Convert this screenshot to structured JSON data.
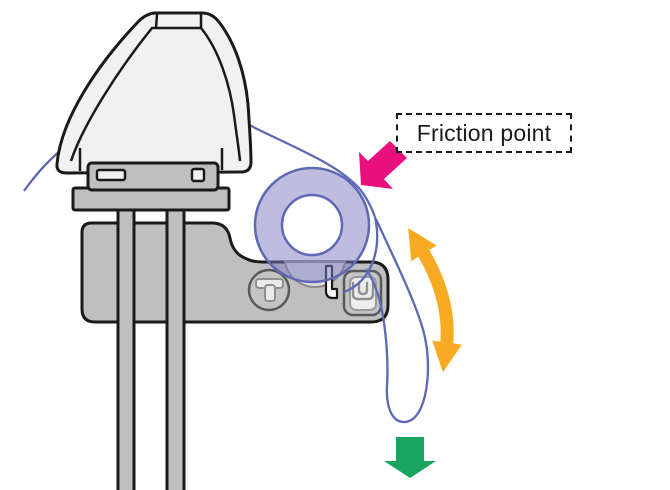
{
  "figure": {
    "kind": "technical-illustration",
    "subject": "thread tension mechanism showing friction point, tension ring and thread loop"
  },
  "label": {
    "text": "Friction point"
  },
  "colors": {
    "background": "#FFFFFF",
    "pink_arrow": "#E9107E",
    "orange_arrow": "#F8AB22",
    "green_arrow": "#19A561",
    "thread": "#5F68B4",
    "ring_fill": "#7D7ABF",
    "ring_stroke": "#5F68B4",
    "body_fill": "#BFBFBF",
    "body_outline": "#1A1A1A",
    "lamp_fill": "#F1F1F1",
    "roller_fill": "#C4C4C4",
    "roller_stroke": "#595959",
    "glyph_fill": "#EAEAEA",
    "glyph_stroke": "#8F8F8F",
    "pad_inner_fill": "#EDEDED",
    "pad_inner_stroke": "#9A9A9A",
    "pocket_fill": "#DEDEDE",
    "pocket_stroke": "#8A8A8A",
    "slot_fill": "#F0F0F0",
    "label_text": "#1A1A1A",
    "label_border": "#1A1A1A"
  }
}
